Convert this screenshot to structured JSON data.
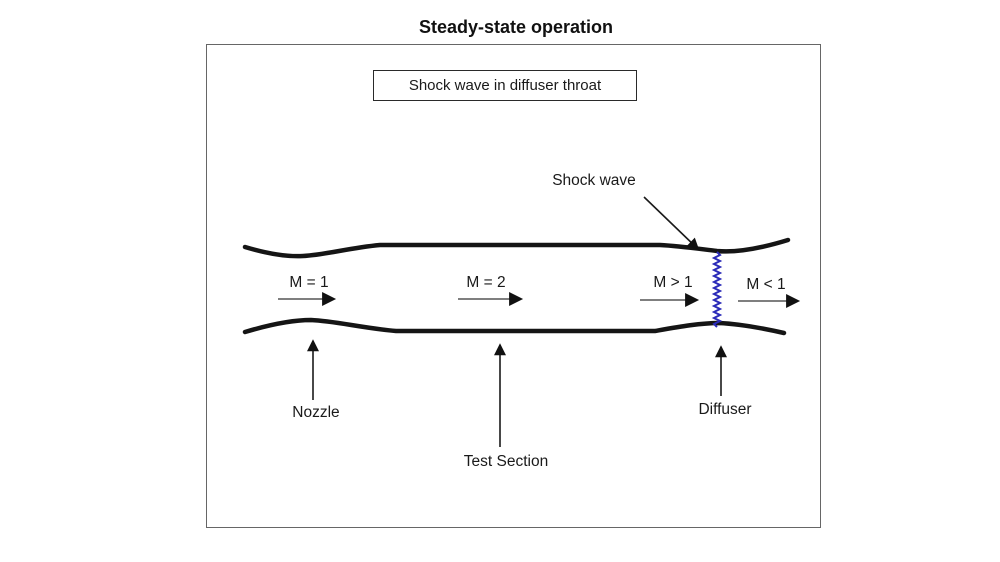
{
  "title": "Steady-state operation",
  "caption_box": {
    "label": "Shock wave in diffuser throat"
  },
  "diagram": {
    "flow_labels": [
      {
        "label": "M = 1"
      },
      {
        "label": "M = 2"
      },
      {
        "label": "M > 1"
      },
      {
        "label": "M < 1"
      }
    ],
    "part_labels": {
      "shock_wave": "Shock wave",
      "nozzle": "Nozzle",
      "test_section": "Test Section",
      "diffuser": "Diffuser"
    },
    "colors": {
      "shock_wave_line": "#2a2ab8",
      "tunnel_wall": "#151515",
      "arrow_shaft": "#555555",
      "arrow_head": "#111111",
      "figure_border": "#666666",
      "text": "#1a1a1a",
      "background": "#ffffff"
    }
  }
}
